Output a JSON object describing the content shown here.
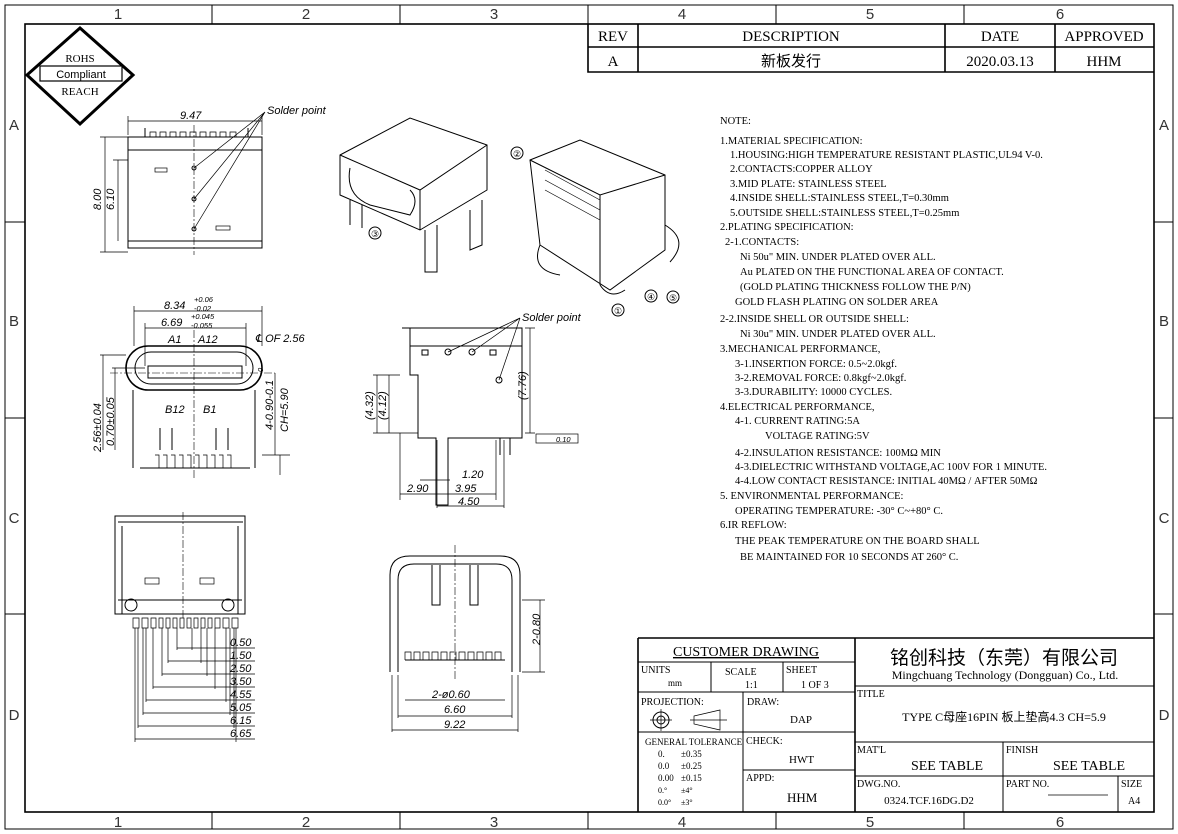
{
  "grid": {
    "columns": [
      "1",
      "2",
      "3",
      "4",
      "5",
      "6"
    ],
    "rows": [
      "A",
      "B",
      "C",
      "D"
    ]
  },
  "badge": {
    "line1": "ROHS",
    "line2": "Compliant",
    "line3": "REACH"
  },
  "revision_table": {
    "headers": {
      "rev": "REV",
      "description": "DESCRIPTION",
      "date": "DATE",
      "approved": "APPROVED"
    },
    "row": {
      "rev": "A",
      "description": "新板发行",
      "date": "2020.03.13",
      "approved": "HHM"
    }
  },
  "views": {
    "top": {
      "width": "9.47",
      "height_outer": "8.00",
      "height_inner": "6.10",
      "callout": "Solder point"
    },
    "front": {
      "w1": "8.34",
      "w1_tol_plus": "+0.06",
      "w1_tol_minus": "-0.02",
      "w2": "6.69",
      "w2_tol_plus": "+0.045",
      "w2_tol_minus": "-0.055",
      "cl": "℄ OF 2.56",
      "pin_a1": "A1",
      "pin_a12": "A12",
      "pin_b12": "B12",
      "pin_b1": "B1",
      "h1": "2.56±0.04",
      "h2": "0.70±0.05",
      "h3": "4-0.90-0.1",
      "h3_tol": "0",
      "ch": "CH=5.90"
    },
    "side": {
      "callout": "Solder point",
      "h_total": "(7.76)",
      "h1": "(4.32)",
      "h2": "(4.12)",
      "flatness": "0.10",
      "d1": "1.20",
      "d2": "2.90",
      "d3": "3.95",
      "d4": "4.50"
    },
    "bottom": {
      "pitches": [
        "0.50",
        "1.50",
        "2.50",
        "3.50",
        "4.55",
        "5.05",
        "6.15",
        "6.65"
      ]
    },
    "rear": {
      "h": "2-0.80",
      "d1": "2-ø0.60",
      "d2": "6.60",
      "d3": "9.22"
    },
    "iso_callouts": [
      "①",
      "②",
      "③",
      "④",
      "⑤"
    ]
  },
  "notes": [
    "NOTE:",
    "1.MATERIAL SPECIFICATION:",
    "  1.HOUSING:HIGH TEMPERATURE RESISTANT PLASTIC,UL94 V-0.",
    "  2.CONTACTS:COPPER ALLOY",
    "  3.MID PLATE: STAINLESS STEEL",
    "  4.INSIDE SHELL:STAINLESS STEEL,T=0.30mm",
    "  5.OUTSIDE SHELL:STAINLESS STEEL,T=0.25mm",
    "2.PLATING SPECIFICATION:",
    " 2-1.CONTACTS:",
    "    Ni 50u\" MIN. UNDER PLATED OVER ALL.",
    "    Au PLATED ON THE FUNCTIONAL AREA OF CONTACT.",
    "    (GOLD PLATING THICKNESS FOLLOW THE P/N)",
    "   GOLD FLASH PLATING ON SOLDER AREA",
    "2-2.INSIDE SHELL OR OUTSIDE SHELL:",
    "    Ni 30u\" MIN. UNDER PLATED OVER ALL.",
    "3.MECHANICAL PERFORMANCE,",
    "   3-1.INSERTION FORCE: 0.5~2.0kgf.",
    "   3-2.REMOVAL FORCE: 0.8kgf~2.0kgf.",
    "   3-3.DURABILITY: 10000 CYCLES.",
    "4.ELECTRICAL PERFORMANCE,",
    "   4-1.  CURRENT RATING:5A",
    "         VOLTAGE RATING:5V",
    "   4-2.INSULATION RESISTANCE: 100MΩ   MIN",
    "   4-3.DIELECTRIC WITHSTAND VOLTAGE,AC 100V FOR 1 MINUTE.",
    "   4-4.LOW CONTACT RESISTANCE: INITIAL 40MΩ          / AFTER 50MΩ",
    "5. ENVIRONMENTAL PERFORMANCE:",
    "   OPERATING TEMPERATURE: -30° C~+80° C.",
    "6.IR REFLOW:",
    "   THE PEAK TEMPERATURE ON THE BOARD SHALL",
    "    BE MAINTAINED FOR 10 SECONDS AT 260° C."
  ],
  "title_block": {
    "heading": "CUSTOMER DRAWING",
    "units_label": "UNITS",
    "units": "mm",
    "scale_label": "SCALE",
    "scale": "1:1",
    "sheet_label": "SHEET",
    "sheet": "1 OF 3",
    "projection_label": "PROJECTION:",
    "draw_label": "DRAW:",
    "draw": "DAP",
    "check_label": "CHECK:",
    "check": "HWT",
    "appd_label": "APPD:",
    "appd": "HHM",
    "tolerance_label": "GENERAL TOLERANCE",
    "tolerances": [
      {
        "fmt": "0.",
        "tol": "±0.35"
      },
      {
        "fmt": "0.0",
        "tol": "±0.25"
      },
      {
        "fmt": "0.00",
        "tol": "±0.15"
      },
      {
        "fmt": "0.°",
        "tol": "±4°"
      },
      {
        "fmt": "0.0°",
        "tol": "±3°"
      }
    ],
    "company_cn": "铭创科技（东莞）有限公司",
    "company_en": "Mingchuang Technology (Dongguan) Co., Ltd.",
    "title_label": "TITLE",
    "title": "TYPE C母座16PIN 板上垫高4.3 CH=5.9",
    "matl_label": "MAT'L",
    "matl": "SEE TABLE",
    "finish_label": "FINISH",
    "finish": "SEE TABLE",
    "dwg_label": "DWG.NO.",
    "dwg": "0324.TCF.16DG.D2",
    "part_label": "PART NO.",
    "size_label": "SIZE",
    "size": "A4"
  }
}
